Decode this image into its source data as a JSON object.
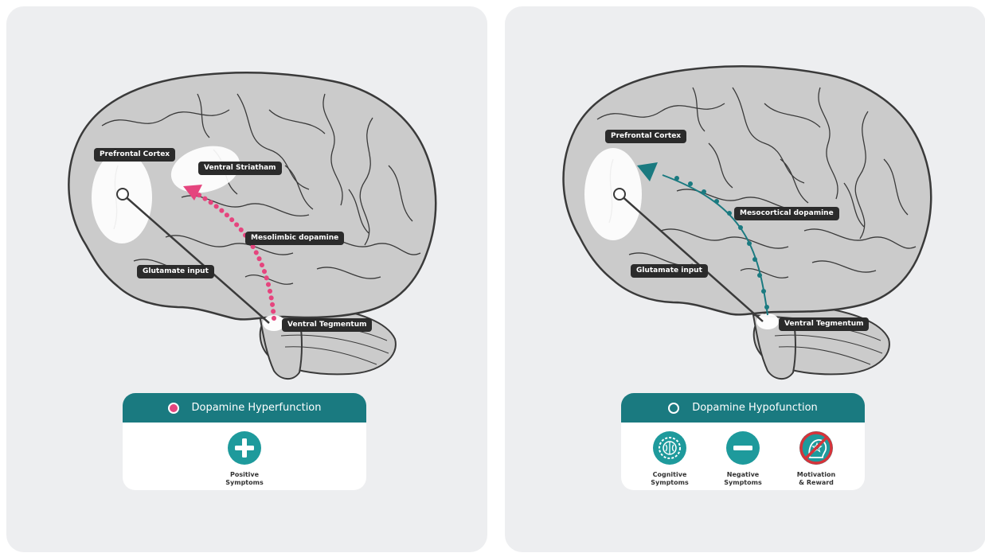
{
  "left": {
    "labels": {
      "prefrontal": "Prefrontal Cortex",
      "striatum": "Ventral Striatham",
      "pathway": "Mesolimbic dopamine",
      "glutamate": "Glutamate input",
      "tegmentum": "Ventral Tegmentum"
    },
    "card": {
      "title": "Dopamine Hyperfunction",
      "symptoms": [
        {
          "line1": "Positive",
          "line2": "Symptoms",
          "icon": "plus-icon"
        }
      ]
    }
  },
  "right": {
    "labels": {
      "prefrontal": "Prefrontal Cortex",
      "pathway": "Mesocortical dopamine",
      "glutamate": "Glutamate input",
      "tegmentum": "Ventral Tegmentum"
    },
    "card": {
      "title": "Dopamine Hypofunction",
      "symptoms": [
        {
          "line1": "Cognitive",
          "line2": "Symptoms",
          "icon": "brain-gear-icon"
        },
        {
          "line1": "Negative",
          "line2": "Symptoms",
          "icon": "minus-icon"
        },
        {
          "line1": "Motivation",
          "line2": "& Reward",
          "icon": "no-motivation-icon"
        }
      ]
    }
  },
  "colors": {
    "teal": "#1a7a80",
    "pink": "#e5457e",
    "label_bg": "#2b2b2b",
    "panel_bg": "#edeef0",
    "red": "#d6333a"
  }
}
